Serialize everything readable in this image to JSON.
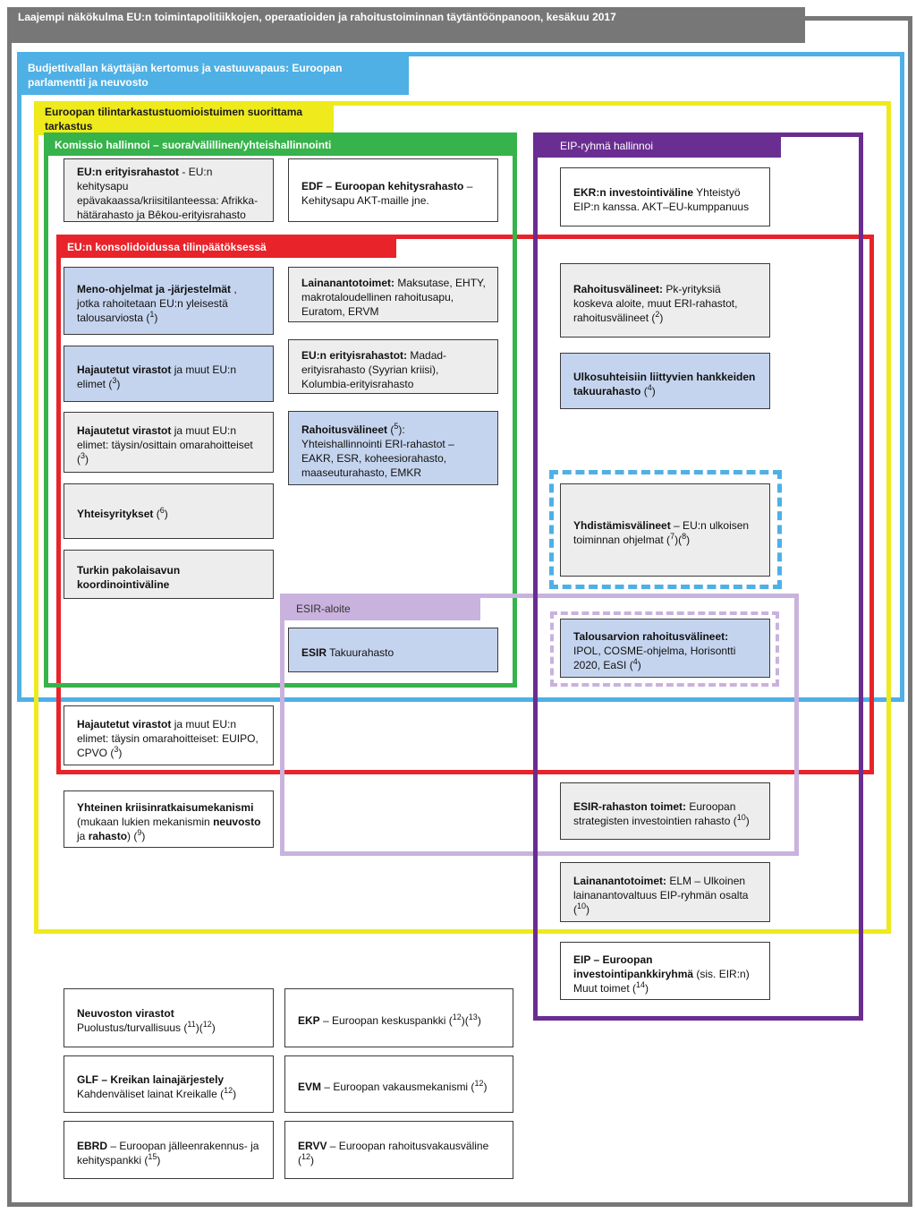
{
  "colors": {
    "outer": "#777777",
    "budget": "#4fb0e5",
    "audit": "#eeea1c",
    "commission": "#36b34a",
    "consolidated": "#e8232a",
    "eib": "#6a2d91",
    "efsi": "#c9b2dd",
    "blending": "#4fb0e5",
    "box_grey": "#ededed",
    "box_blue": "#c5d4ee"
  },
  "frames": {
    "outer_label": "Laajempi näkökulma EU:n toimintapolitiikkojen, operaatioiden ja rahoitustoiminnan täytäntöönpanoon, kesäkuu 2017",
    "budget_label_1": "Budjettivallan käyttäjän kertomus ja vastuuvapaus: Euroopan",
    "budget_label_2": "parlamentti ja neuvosto",
    "audit_label_1": "Euroopan tilintarkastustuomioistuimen suorittama",
    "audit_label_2": "tarkastus",
    "commission_label": "Komissio hallinnoi – suora/välillinen/yhteishallinnointi",
    "consolidated_label": "EU:n konsolidoidussa tilinpäätöksessä",
    "eib_label": "EIP-ryhmä hallinnoi",
    "efsi_label": "ESIR-aloite"
  },
  "boxes": {
    "b1": {
      "bold": "EU:n erityisrahastot",
      "text": " - EU:n kehitysapu epävakaassa/kriisitilanteessa: Afrikka-hätärahasto ja Bêkou-erityisrahasto"
    },
    "b2": {
      "bold": "EDF – Euroopan kehitysrahasto",
      "text": " – Kehitysapu AKT-maille jne."
    },
    "b3": {
      "bold": "EKR:n investointiväline",
      "text": " Yhteistyö EIP:n kanssa. AKT–EU-kumppanuus"
    },
    "b4": {
      "bold": "Meno-ohjelmat ja -järjestelmät",
      "text": " , jotka rahoitetaan EU:n yleisestä talousarviosta (",
      "ref": "1",
      "tail": ")"
    },
    "b5": {
      "bold": "Lainanantotoimet:",
      "text": " Maksutase, EHTY, makrotaloudellinen rahoitusapu, Euratom, ERVM"
    },
    "b6": {
      "bold": "Rahoitusvälineet:",
      "text": " Pk-yrityksiä koskeva aloite, muut ERI-rahastot, rahoitusvälineet (",
      "ref": "2",
      "tail": ")"
    },
    "b7": {
      "bold": "Hajautetut virastot",
      "text": " ja muut EU:n elimet (",
      "ref": "3",
      "tail": ")"
    },
    "b8": {
      "bold": "EU:n erityisrahastot:",
      "text": " Madad-erityisrahasto (Syyrian kriisi), Kolumbia-erityisrahasto"
    },
    "b9": {
      "bold": "Ulkosuhteisiin liittyvien hankkeiden takuurahasto",
      "text": " (",
      "ref": "4",
      "tail": ")"
    },
    "b10": {
      "bold": "Hajautetut virastot",
      "text": " ja muut EU:n elimet: täysin/osittain omarahoitteiset (",
      "ref": "3",
      "tail": ")"
    },
    "b11": {
      "bold": "Rahoitusvälineet",
      "text": " (",
      "ref": "5",
      "tail": "): Yhteishallinnointi ERI-rahastot – EAKR, ESR, koheesiorahasto, maaseuturahasto, EMKR"
    },
    "b12": {
      "bold": "Yhteisyritykset",
      "text": " (",
      "ref": "6",
      "tail": ")"
    },
    "b13": {
      "bold": "Yhdistämisvälineet",
      "text": " – EU:n ulkoisen toiminnan ohjelmat (",
      "ref": "7",
      "tail": ")(",
      "ref2": "8",
      "tail2": ")"
    },
    "b14": {
      "bold": "Turkin pakolaisavun koordinointiväline",
      "text": ""
    },
    "b15": {
      "bold": "ESIR",
      "text": " Takuurahasto"
    },
    "b16": {
      "bold": "Talousarvion rahoitusvälineet:",
      "text": " IPOL, COSME-ohjelma, Horisontti 2020, EaSI (",
      "ref": "4",
      "tail": ")"
    },
    "b17": {
      "bold": "Hajautetut virastot",
      "text": " ja muut EU:n elimet: täysin omarahoitteiset: EUIPO, CPVO (",
      "ref": "3",
      "tail": ")"
    },
    "b18": {
      "bold": "Yhteinen kriisinratkaisumekanismi",
      "text": " (mukaan lukien mekanismin ",
      "bold2": "neuvosto",
      "text2": " ja ",
      "bold3": "rahasto",
      "tail": ") (",
      "ref": "9",
      "tail2": ")"
    },
    "b19": {
      "bold": "ESIR-rahaston toimet:",
      "text": " Euroopan strategisten investointien rahasto (",
      "ref": "10",
      "tail": ")"
    },
    "b20": {
      "bold": "Lainanantotoimet:",
      "text": " ELM – Ulkoinen lainanantovaltuus EIP-ryhmän osalta (",
      "ref": "10",
      "tail": ")"
    },
    "b21": {
      "bold": "EIP – Euroopan investointipankkiryhmä",
      "text": " (sis. EIR:n) Muut toimet (",
      "ref": "14",
      "tail": ")"
    },
    "b22": {
      "bold": "Neuvoston virastot",
      "text": " Puolustus/turvallisuus (",
      "ref": "11",
      "tail": ")(",
      "ref2": "12",
      "tail2": ")"
    },
    "b23": {
      "bold": "EKP",
      "text": " – Euroopan keskuspankki (",
      "ref": "12",
      "tail": ")(",
      "ref2": "13",
      "tail2": ")"
    },
    "b24": {
      "bold": "GLF – Kreikan lainajärjestely",
      "text": " Kahdenväliset lainat Kreikalle (",
      "ref": "12",
      "tail": ")"
    },
    "b25": {
      "bold": "EVM",
      "text": " – Euroopan vakausmekanismi (",
      "ref": "12",
      "tail": ")"
    },
    "b26": {
      "bold": "EBRD",
      "text": " – Euroopan jälleenrakennus- ja kehityspankki (",
      "ref": "15",
      "tail": ")"
    },
    "b27": {
      "bold": "ERVV",
      "text": " – Euroopan rahoitusvakausväline (",
      "ref": "12",
      "tail": ")"
    }
  }
}
